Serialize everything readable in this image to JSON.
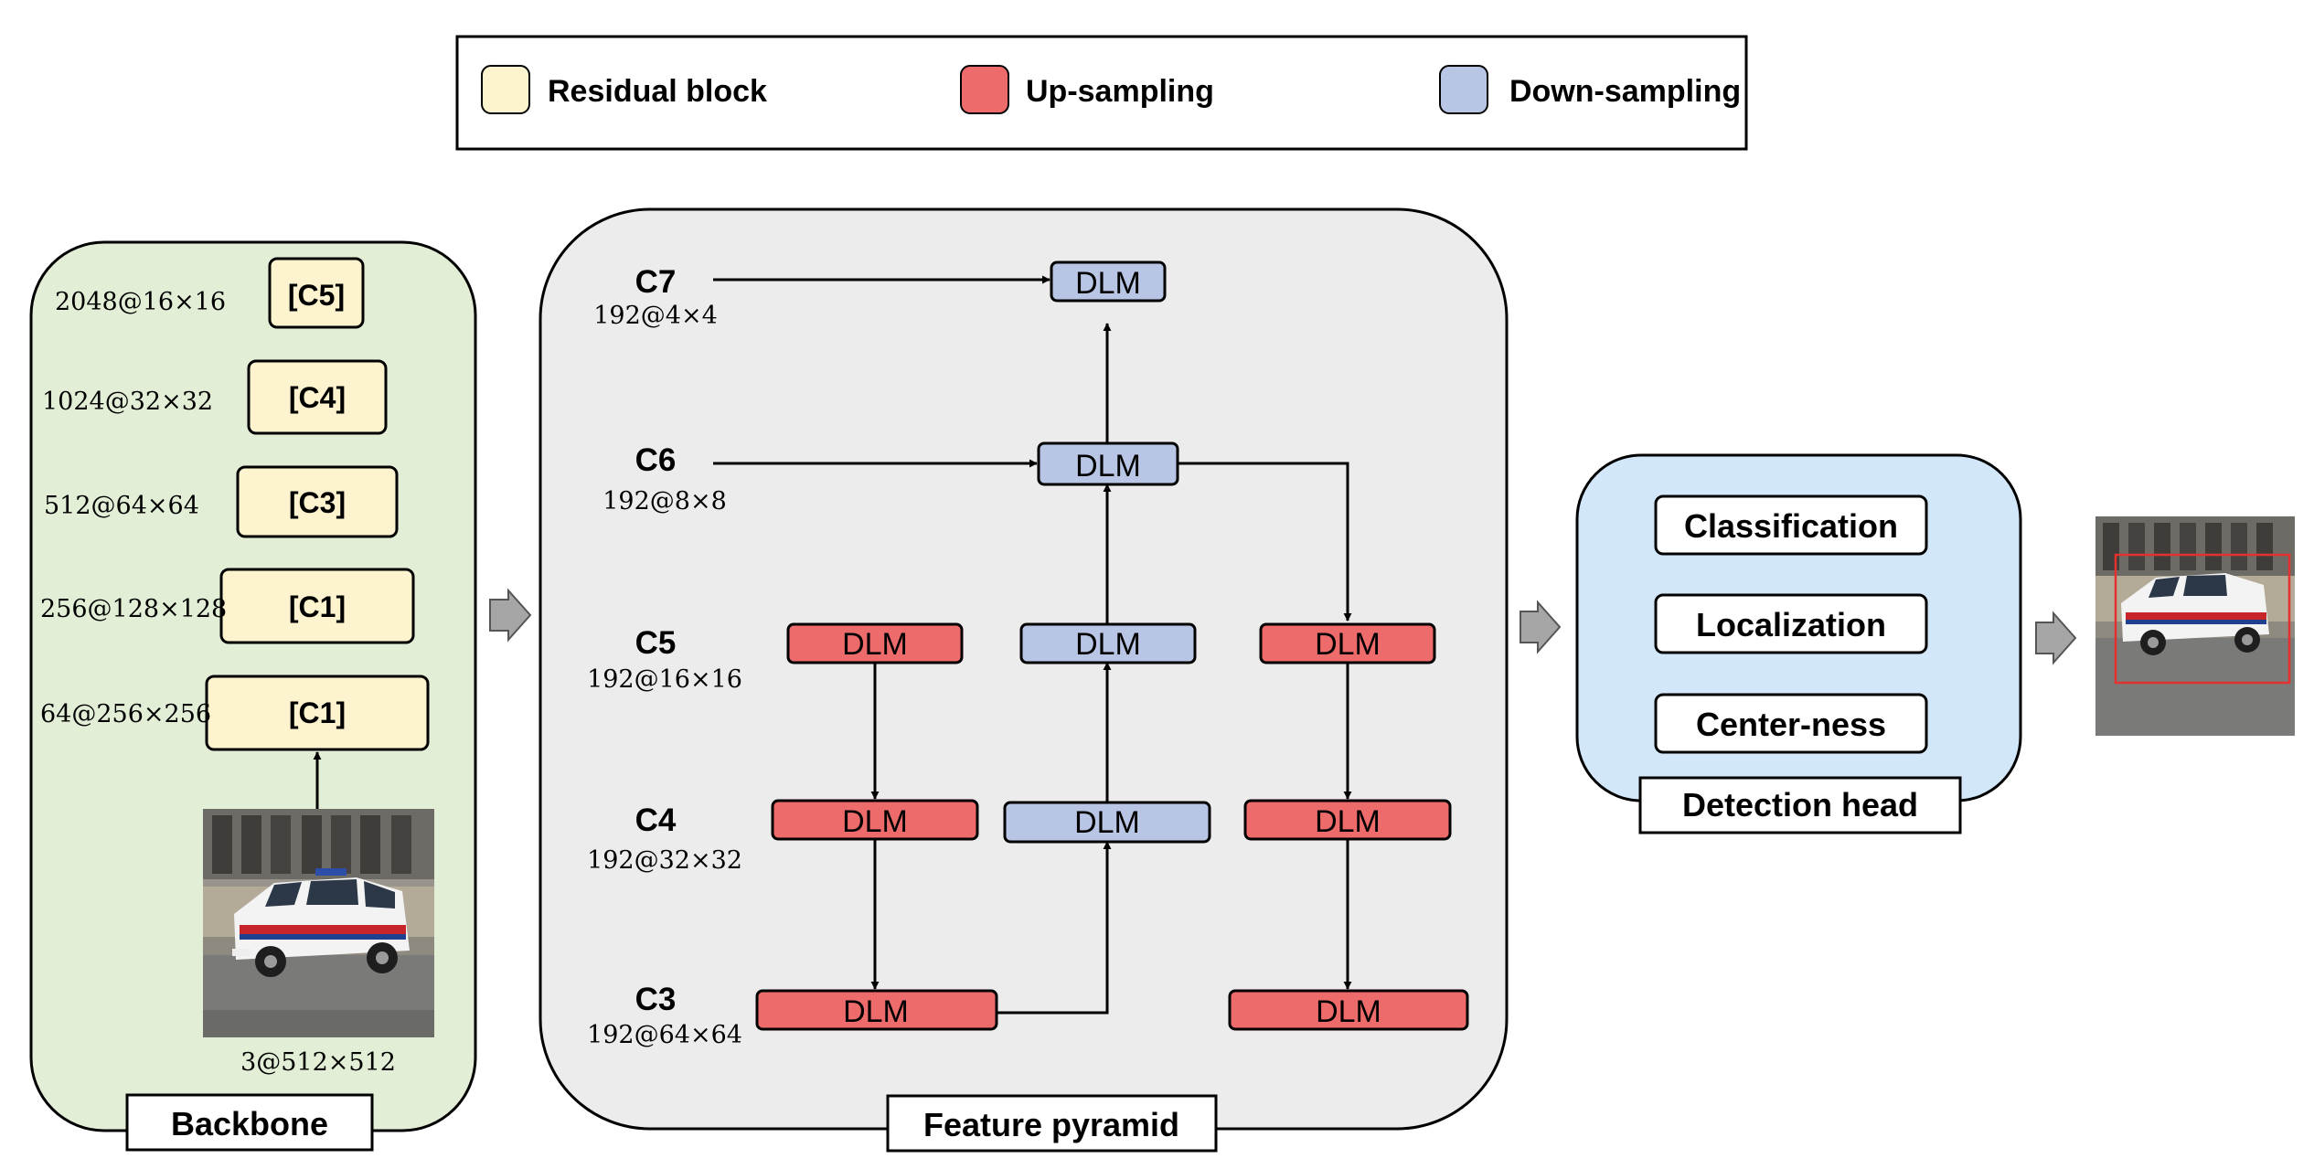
{
  "legend": {
    "items": [
      {
        "label": "Residual block",
        "color": "#fdf3cf"
      },
      {
        "label": "Up-sampling",
        "color": "#ee6b6b"
      },
      {
        "label": "Down-sampling",
        "color": "#b8c5e4"
      }
    ]
  },
  "colors": {
    "backbone_panel": "#e3eed7",
    "pyramid_panel": "#ececec",
    "head_panel": "#d3e7fb",
    "residual": "#fdf3cf",
    "upsample": "#ee6b6b",
    "downsample": "#b8c5e4"
  },
  "backbone": {
    "label": "Backbone",
    "blocks": [
      {
        "label": "[C5]",
        "size": "2048@16×16"
      },
      {
        "label": "[C4]",
        "size": "1024@32×32"
      },
      {
        "label": "[C3]",
        "size": "512@64×64"
      },
      {
        "label": "[C1]",
        "size": "256@128×128"
      },
      {
        "label": "[C1]",
        "size": "64@256×256"
      }
    ],
    "input_size": "3@512×512",
    "input_image_icon": "police-car-photo"
  },
  "pyramid": {
    "label": "Feature pyramid",
    "levels": [
      {
        "name": "C7",
        "size": "192@4×4"
      },
      {
        "name": "C6",
        "size": "192@8×8"
      },
      {
        "name": "C5",
        "size": "192@16×16"
      },
      {
        "name": "C4",
        "size": "192@32×32"
      },
      {
        "name": "C3",
        "size": "192@64×64"
      }
    ],
    "module_label": "DLM"
  },
  "head": {
    "label": "Detection head",
    "items": [
      "Classification",
      "Localization",
      "Center-ness"
    ]
  },
  "output_image_icon": "police-car-detection-photo"
}
